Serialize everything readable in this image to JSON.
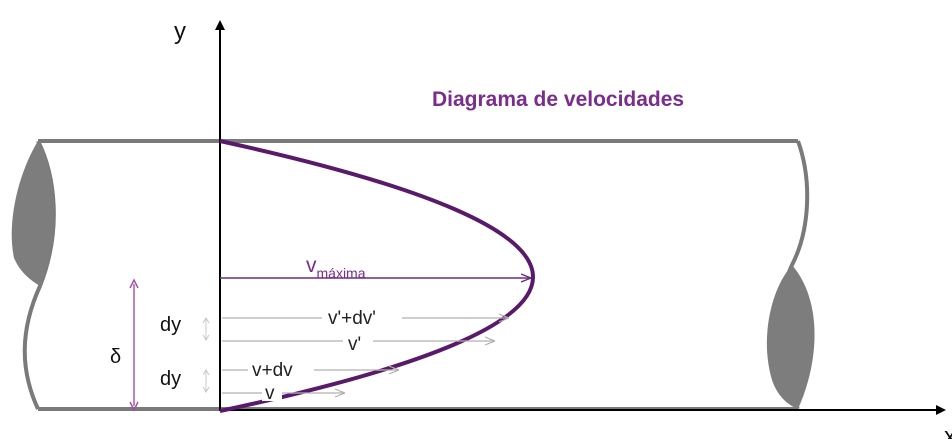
{
  "axes": {
    "y_label": "y",
    "x_label": "x"
  },
  "title": "Diagrama de velocidades",
  "vmax": {
    "main": "v",
    "sub": "máxima"
  },
  "velocity_labels": {
    "v_prime_dv_prime": "v'+dv'",
    "v_prime": "v'",
    "v_dv": "v+dv",
    "v": "v"
  },
  "side_labels": {
    "delta": "δ",
    "dy_upper": "dy",
    "dy_lower": "dy"
  },
  "colors": {
    "profile": "#5a1a6b",
    "title": "#7b2d8e",
    "vmax_arrow": "#6a2d7e",
    "pipe_wall": "#7a7a7a",
    "pipe_break": "#7d7d7d",
    "axis": "#000000",
    "small_arrow": "#b8b8b8"
  }
}
